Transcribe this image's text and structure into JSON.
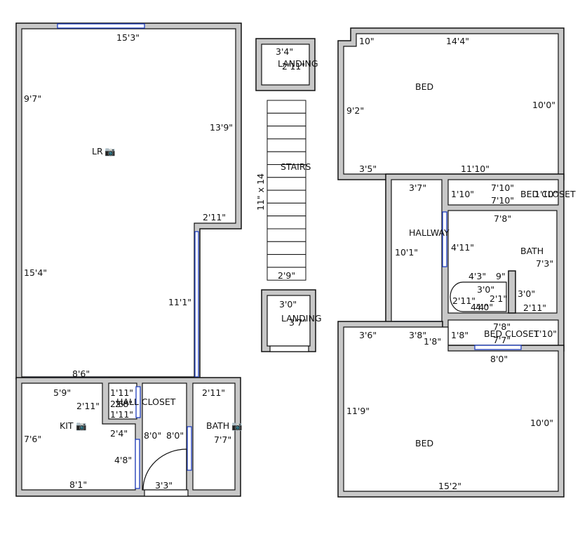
{
  "rooms": {
    "lr": "LR",
    "landing_top": "LANDING",
    "landing_bottom": "LANDING",
    "stairs": "STAIRS",
    "stairs_size": "11\" x 14",
    "bed_top": "BED",
    "bed_bottom": "BED",
    "bed_closet_top": "BED CLOSET",
    "bed_closet_bottom": "BED CLOSET",
    "hallway": "HALLWAY",
    "bath_right": "BATH",
    "kit": "KIT",
    "hall_closet": "HALL CLOSET",
    "bath_left": "BATH"
  },
  "dims": {
    "lr_top": "15'3\"",
    "lr_left_upper": "9'7\"",
    "lr_right_upper": "13'9\"",
    "lr_notch": "2'11\"",
    "lr_left_lower": "15'4\"",
    "lr_right_lower": "11'1\"",
    "lr_bottom": "8'6\"",
    "landing_top_w": "3'4\"",
    "landing_top_h": "2'11\"",
    "stairs_bottom": "2'9\"",
    "landing_bottom_w": "3'0\"",
    "landing_bottom_h": "3'7\"",
    "bed_top_notch": "10\"",
    "bed_top_top": "14'4\"",
    "bed_top_left": "9'2\"",
    "bed_top_right": "10'0\"",
    "bed_top_bottom_left": "3'5\"",
    "bed_top_bottom_right": "11'10\"",
    "hall_top": "3'7\"",
    "closet_top_w1": "7'10\"",
    "closet_top_w2": "7'10\"",
    "closet_top_h1": "1'10\"",
    "closet_top_h2": "1'10\"",
    "bath_top": "7'8\"",
    "bath_left": "4'11\"",
    "bath_right": "7'3\"",
    "hall_side": "10'1\"",
    "tub_top": "4'3\"",
    "tub_nine": "9\"",
    "tub_w": "3'0\"",
    "tub_left": "2'11\"",
    "tub_inner_h": "2'1\"",
    "tub_bottom": "4'4\"",
    "tub_bottom2": "4'0\"",
    "bath_side": "3'0\"",
    "bath_bottom": "2'11\"",
    "closet_bot_w1": "7'8\"",
    "closet_bot_w2": "7'7\"",
    "closet_bot_h1": "1'8\"",
    "closet_bot_h2": "1'10\"",
    "hall_bottom": "3'8\"",
    "hall_bottom_h": "1'8\"",
    "bed_bot_top_left": "3'6\"",
    "bed_bot_window": "8'0\"",
    "bed_bot_left": "11'9\"",
    "bed_bot_right": "10'0\"",
    "bed_bot_bottom": "15'2\"",
    "kit_top": "5'9\"",
    "kit_notch": "2'11\"",
    "kit_left": "7'6\"",
    "kit_inner": "2'4\"",
    "kit_right": "4'8\"",
    "kit_bottom": "8'1\"",
    "hc_top": "1'11\"",
    "hc_bottom": "1'11\"",
    "hc_side1": "2'6\"",
    "hc_side2": "2'8\"",
    "hall_left": "8'0\"",
    "hall_right": "8'0\"",
    "hall_entry": "3'3\"",
    "bathl_top": "2'11\"",
    "bathl_side": "7'7\""
  }
}
